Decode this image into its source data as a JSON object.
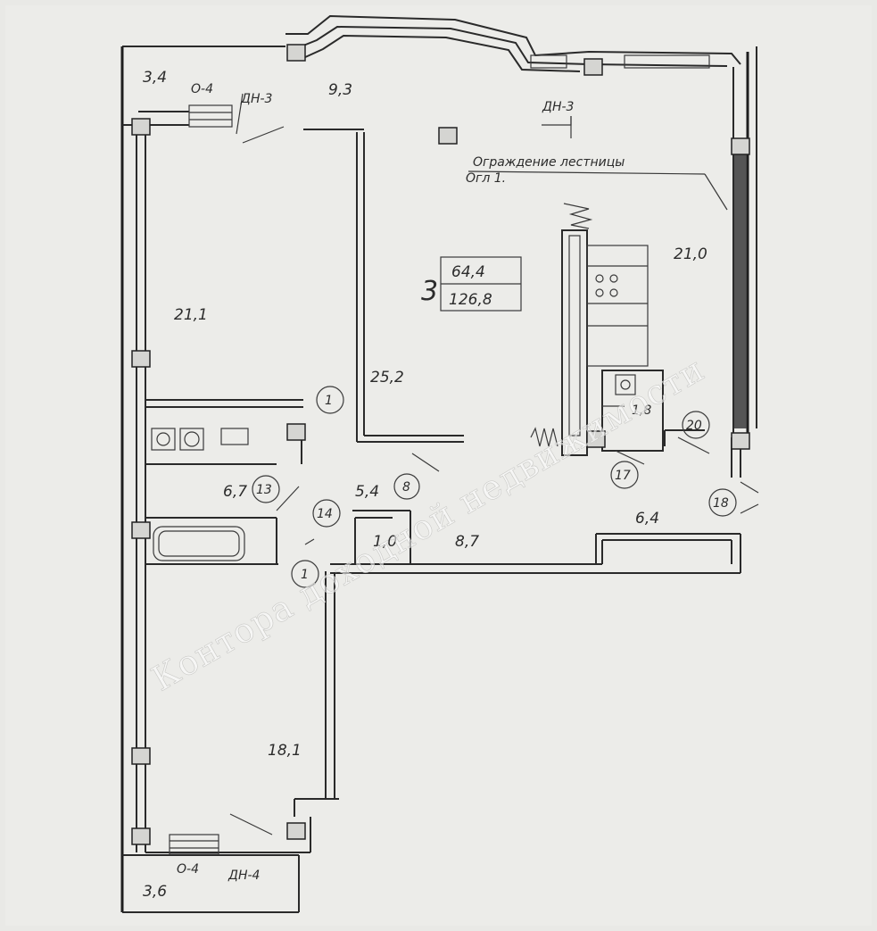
{
  "rooms": {
    "loggia_top_left": "3,4",
    "hall_top": "9,3",
    "bedroom_top": "21,1",
    "living": "25,2",
    "kitchen": "21,0",
    "pantry": "1,8",
    "bathroom": "6,7",
    "wc": "5,4",
    "closet": "1,0",
    "corridor": "8,7",
    "storage_right": "6,4",
    "bedroom_bottom": "18,1",
    "loggia_bottom_left": "3,6"
  },
  "summary": {
    "rooms_count": "3",
    "living_area": "64,4",
    "total_area": "126,8"
  },
  "marks": {
    "window_top_left": "О-4",
    "door_top_left": "ДН-3",
    "door_top_right": "ДН-3",
    "window_bottom": "О-4",
    "door_bottom": "ДН-4"
  },
  "notes": {
    "railing_line1": "Ограждение лестницы",
    "railing_line2": "Огл 1."
  },
  "circles": {
    "c1a": "1",
    "c13": "13",
    "c8": "8",
    "c14": "14",
    "c1b": "1",
    "c17": "17",
    "c20": "20",
    "c18": "18"
  },
  "watermark": {
    "line1": "Контора доходной недвижимости"
  }
}
